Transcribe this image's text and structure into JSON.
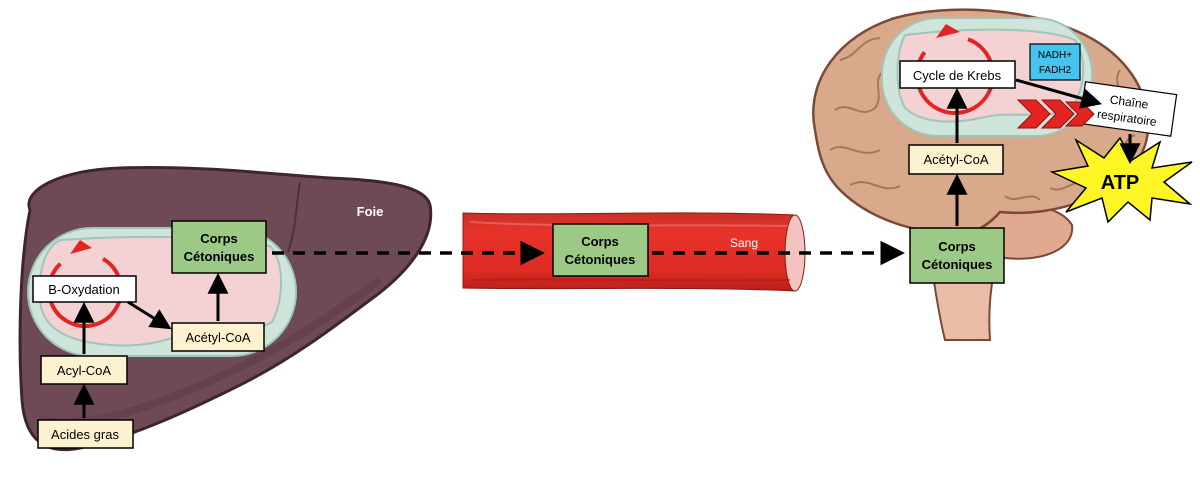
{
  "liver": {
    "organ_label": "Foie",
    "beta_oxidation": "B-Oxydation",
    "acyl_coa": "Acyl-CoA",
    "fatty_acids": "Acides gras",
    "acetyl_coa": "Acétyl-CoA",
    "ketone_line1": "Corps",
    "ketone_line2": "Cétoniques"
  },
  "blood": {
    "vessel_label": "Sang",
    "ketone_line1": "Corps",
    "ketone_line2": "Cétoniques"
  },
  "brain": {
    "ketone_line1": "Corps",
    "ketone_line2": "Cétoniques",
    "acetyl_coa": "Acétyl-CoA",
    "krebs": "Cycle de Krebs",
    "nadh_line1": "NADH+",
    "nadh_line2": "FADH2",
    "chain_line1": "Chaîne",
    "chain_line2": "respiratoire",
    "atp": "ATP"
  },
  "colors": {
    "liver": "#6e4a57",
    "liver_dark": "#4f2f3c",
    "mito_outer": "#cfe5dc",
    "mito_inner": "#f4d2d4",
    "green_box": "#9cc985",
    "cream_box": "#fdf2cf",
    "blue_box": "#46c3ef",
    "vessel": "#e0241c",
    "brain": "#d9a98b",
    "atp_star": "#fdf624",
    "cycle_red": "#e32421"
  }
}
